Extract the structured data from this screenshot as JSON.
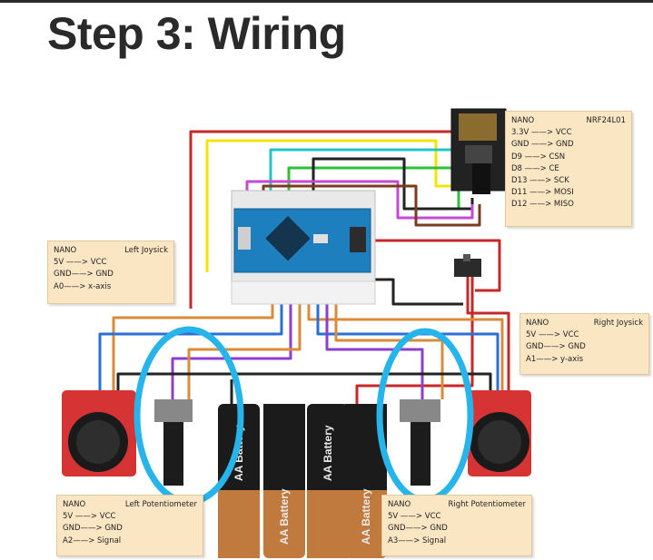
{
  "title": "Step 3: Wiring",
  "notes": {
    "radio": {
      "header_left": "NANO",
      "header_right": "NRF24L01",
      "rows": [
        "3.3V ——> VCC",
        "GND ——> GND",
        "D9 ——> CSN",
        "D8 ——> CE",
        "D13 ——> SCK",
        "D11 ——> MOSI",
        "D12 ——> MISO"
      ]
    },
    "left_joystick": {
      "header_left": "NANO",
      "header_right": "Left Joysick",
      "rows": [
        "5V ——> VCC",
        "GND——> GND",
        "A0——> x-axis"
      ]
    },
    "right_joystick": {
      "header_left": "NANO",
      "header_right": "Right Joysick",
      "rows": [
        "5V ——> VCC",
        "GND——> GND",
        "A1——> y-axis"
      ]
    },
    "left_pot": {
      "header_left": "NANO",
      "header_right": "Left Potentiometer",
      "rows": [
        "5V ——> VCC",
        "GND——> GND",
        "A2——> Signal"
      ]
    },
    "right_pot": {
      "header_left": "NANO",
      "header_right": "Right Potentiometer",
      "rows": [
        "5V ——> VCC",
        "GND——> GND",
        "A3——> Signal"
      ]
    }
  },
  "battery_label": "AA Battery",
  "colors": {
    "wire_red": "#c62828",
    "wire_yellow": "#f2e600",
    "wire_cyan": "#20c5c5",
    "wire_green": "#2fbf3a",
    "wire_black": "#222222",
    "wire_blue": "#2a6fd6",
    "wire_orange": "#d98b3a",
    "wire_purple": "#8a3fd1",
    "highlight_circle": "#27b4ea",
    "arduino_blue": "#1e7fbf",
    "joystick_red": "#d63434"
  }
}
